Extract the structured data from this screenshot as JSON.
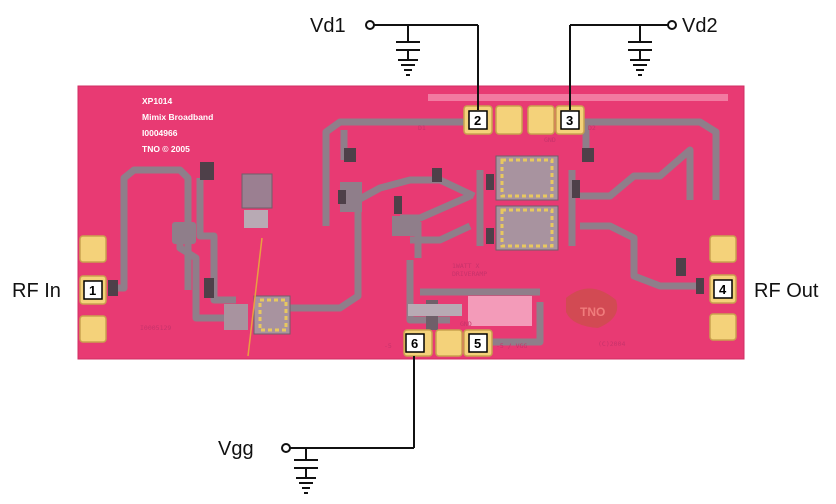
{
  "colors": {
    "die": "#e83a73",
    "die_edge": "#d02e63",
    "trace": "#8f7e8a",
    "trace_dark": "#6f5f69",
    "pad": "#f4d27a",
    "pad_edge": "#c9a14e",
    "wire": "#111111"
  },
  "labels": {
    "vd1": "Vd1",
    "vd2": "Vd2",
    "vgg": "Vgg",
    "rf_in": "RF In",
    "rf_out": "RF Out"
  },
  "pins": [
    "1",
    "2",
    "3",
    "4",
    "5",
    "6"
  ],
  "die_text": {
    "line1": "XP1014",
    "line2": "Mimix Broadband",
    "line3": "I0004966",
    "line4": "TNO © 2005"
  },
  "die_marks": {
    "d1": "D1",
    "d2": "D2",
    "gnd_top": "GND",
    "gnd_bottom": "GND",
    "code_left": "I0005129",
    "amp_name_1": "1WATT X",
    "amp_name_2": "DRIVERAMP",
    "minus5": "-5",
    "minus5_vgg": "-5 / VGG",
    "copyright": "(C)2004",
    "logo": "TNO"
  }
}
